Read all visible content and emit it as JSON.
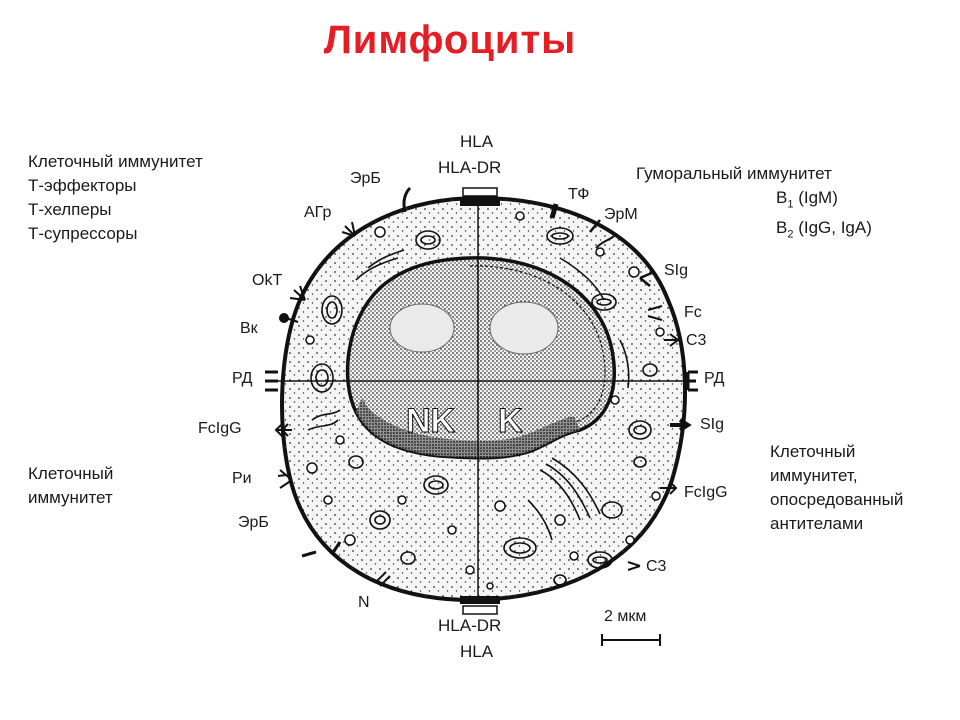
{
  "title": "Лимфоциты",
  "colors": {
    "title": "#e31e24",
    "ink": "#1a1a1a",
    "cytoplasm": "#f4f4f4",
    "nucleus": "#cfcfcf"
  },
  "left_top_block": [
    "Клеточный иммунитет",
    "Т-эффекторы",
    "Т-хелперы",
    "Т-супрессоры"
  ],
  "left_bottom_block": [
    "Клеточный",
    "иммунитет"
  ],
  "right_top_block": {
    "line1": "Гуморальный иммунитет",
    "b1": "B",
    "b1_sub": "1",
    "b1_rest": " (IgM)",
    "b2": "B",
    "b2_sub": "2",
    "b2_rest": " (IgG, IgA)"
  },
  "right_bottom_block": [
    "Клеточный",
    "иммунитет,",
    "опосредованный",
    "антителами"
  ],
  "receptors": {
    "top": [
      "HLA",
      "HLA-DR"
    ],
    "bottom": [
      "HLA-DR",
      "HLA"
    ],
    "erb_top": "ЭрБ",
    "agr": "АГр",
    "okt": "OkT",
    "vk": "Вк",
    "rd_left": "РД",
    "fcigg_left": "FcIgG",
    "ri": "Ри",
    "erb_bottom": "ЭрБ",
    "n": "N",
    "tf": "ТФ",
    "erm": "ЭрМ",
    "sig_top": "SIg",
    "fc": "Fc",
    "c3_top": "C3",
    "rd_right": "РД",
    "sig_mid": "SIg",
    "fcigg_right": "FcIgG",
    "c3_bottom": "C3"
  },
  "nucleus_labels": {
    "left": "NK",
    "right": "K"
  },
  "scale_bar": "2 мкм"
}
